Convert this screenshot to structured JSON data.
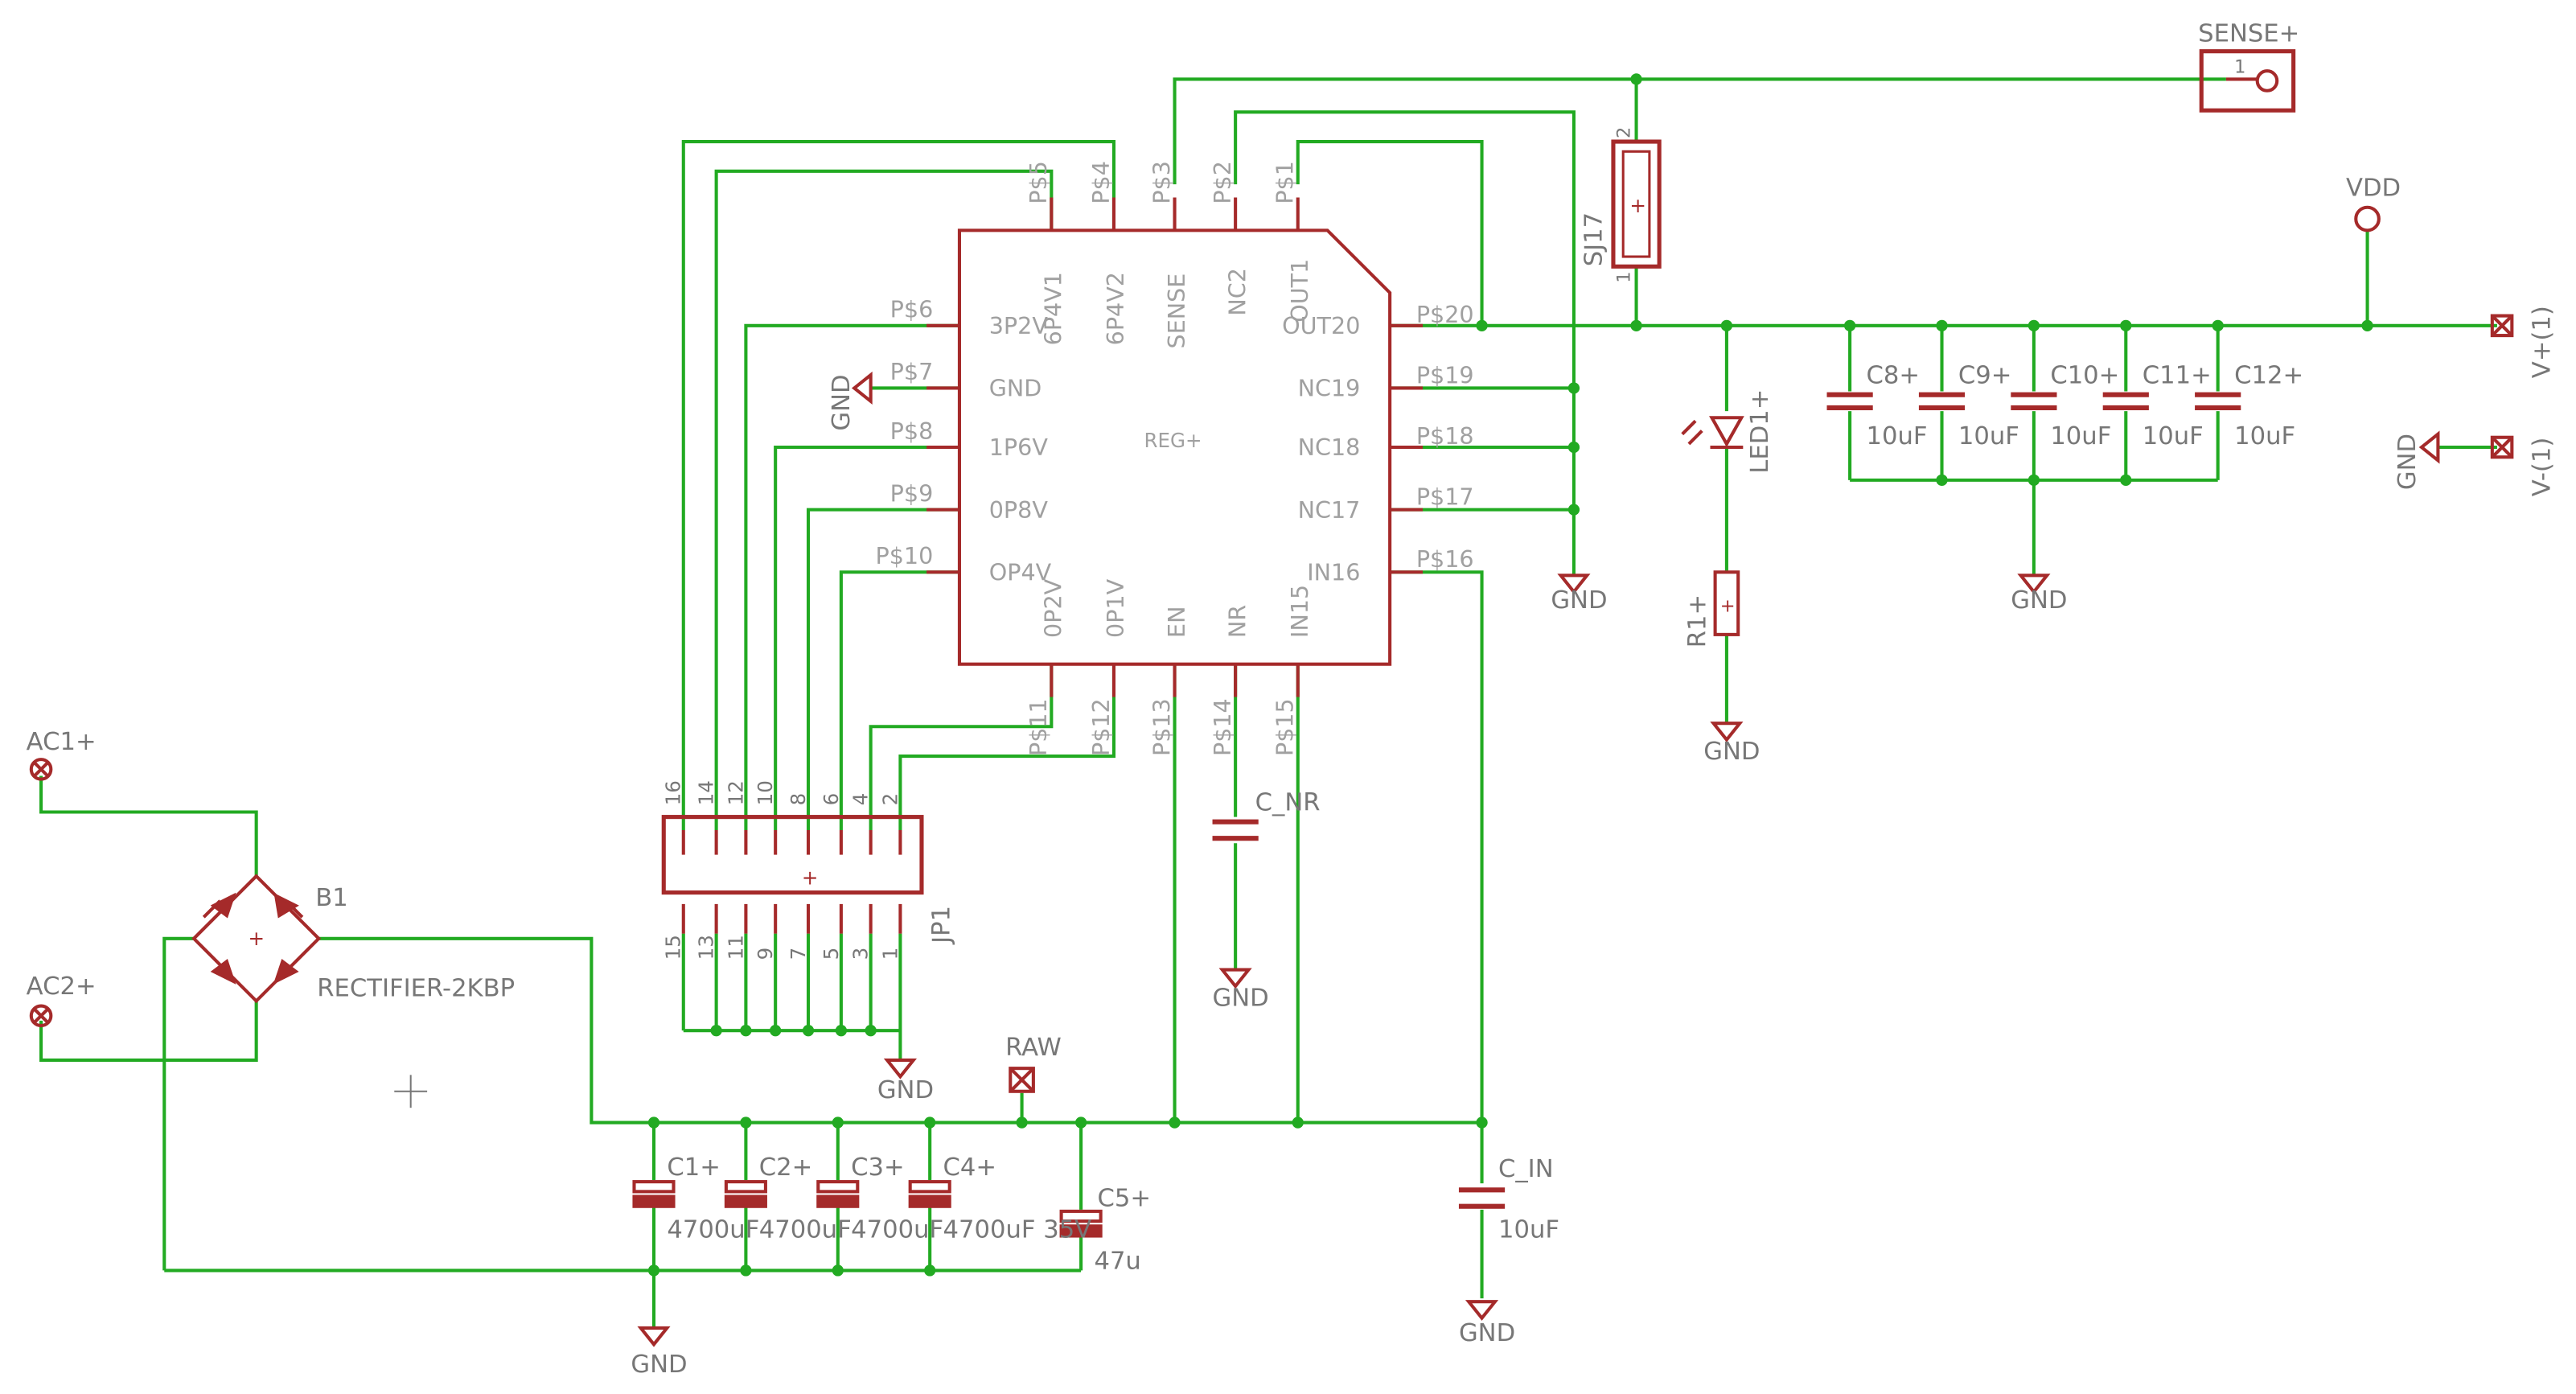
{
  "colors": {
    "wire": "#22aa22",
    "part": "#a52a2a",
    "text_dark": "#777777",
    "pin_text": "#a0a0a0",
    "junction": "#22aa22"
  },
  "ic": {
    "name": "REG+",
    "left_pins": [
      {
        "num": "P$6",
        "name": "3P2V"
      },
      {
        "num": "P$7",
        "name": "GND"
      },
      {
        "num": "P$8",
        "name": "1P6V"
      },
      {
        "num": "P$9",
        "name": "0P8V"
      },
      {
        "num": "P$10",
        "name": "OP4V"
      }
    ],
    "right_pins": [
      {
        "num": "P$20",
        "name": "OUT20"
      },
      {
        "num": "P$19",
        "name": "NC19"
      },
      {
        "num": "P$18",
        "name": "NC18"
      },
      {
        "num": "P$17",
        "name": "NC17"
      },
      {
        "num": "P$16",
        "name": "IN16"
      }
    ],
    "top_pins": [
      {
        "num": "P$5",
        "name": "6P4V1"
      },
      {
        "num": "P$4",
        "name": "6P4V2"
      },
      {
        "num": "P$3",
        "name": "SENSE"
      },
      {
        "num": "P$2",
        "name": "NC2"
      },
      {
        "num": "P$1",
        "name": "OUT1"
      }
    ],
    "bottom_pins": [
      {
        "num": "P$11",
        "name": "0P2V"
      },
      {
        "num": "P$12",
        "name": "0P1V"
      },
      {
        "num": "P$13",
        "name": "EN"
      },
      {
        "num": "P$14",
        "name": "NR"
      },
      {
        "num": "P$15",
        "name": "IN15"
      }
    ]
  },
  "labels": {
    "sense": "SENSE+",
    "sense_pin": "1",
    "vdd": "VDD",
    "sj17": "SJ17",
    "sj17_pin_top": "2",
    "sj17_pin_bot": "1",
    "led1": "LED1+",
    "r1": "R1+",
    "vplus": "V+(1)",
    "vminus": "V-(1)",
    "ac1": "AC1+",
    "ac2": "AC2+",
    "b1": "B1",
    "b1_value": "RECTIFIER-2KBP",
    "raw": "RAW",
    "jp1": "JP1",
    "c_nr": "C_NR",
    "c_in": "C_IN",
    "c_in_value": "10uF",
    "gnd": "GND"
  },
  "caps_out": [
    {
      "name": "C8+",
      "value": "10uF"
    },
    {
      "name": "C9+",
      "value": "10uF"
    },
    {
      "name": "C10+",
      "value": "10uF"
    },
    {
      "name": "C11+",
      "value": "10uF"
    },
    {
      "name": "C12+",
      "value": "10uF"
    }
  ],
  "caps_bulk": [
    {
      "name": "C1+",
      "value": "4700uF"
    },
    {
      "name": "C2+",
      "value": "4700uF"
    },
    {
      "name": "C3+",
      "value": "4700uF"
    },
    {
      "name": "C4+",
      "value": "4700uF 35V"
    }
  ],
  "c5": {
    "name": "C5+",
    "value": "47u"
  },
  "jp1_top_pins": [
    "16",
    "14",
    "12",
    "10",
    "8",
    "6",
    "4",
    "2"
  ],
  "jp1_bottom_pins": [
    "15",
    "13",
    "11",
    "9",
    "7",
    "5",
    "3",
    "1"
  ],
  "plus_sign": "+"
}
